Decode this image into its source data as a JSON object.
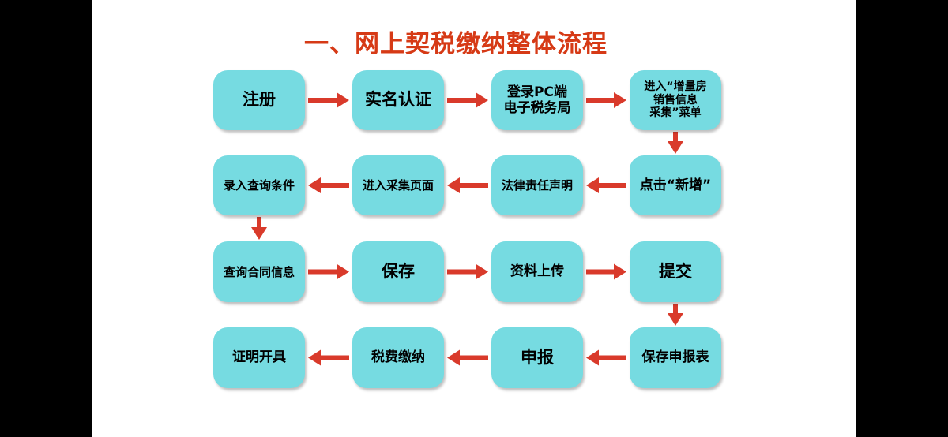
{
  "title": "一、网上契税缴纳整体流程",
  "colors": {
    "box": "#76DBE1",
    "arrow": "#D93A2B",
    "title": "#D63A16",
    "background": "#ffffff",
    "letterbox": "#000000"
  },
  "steps": [
    "注册",
    "实名认证",
    "登录PC端\n电子税务局",
    "进入“增量房\n销售信息\n采集”菜单",
    "点击“新增”",
    "法律责任声明",
    "进入采集页面",
    "录入查询条件",
    "查询合同信息",
    "保存",
    "资料上传",
    "提交",
    "保存申报表",
    "申报",
    "税费缴纳",
    "证明开具"
  ]
}
